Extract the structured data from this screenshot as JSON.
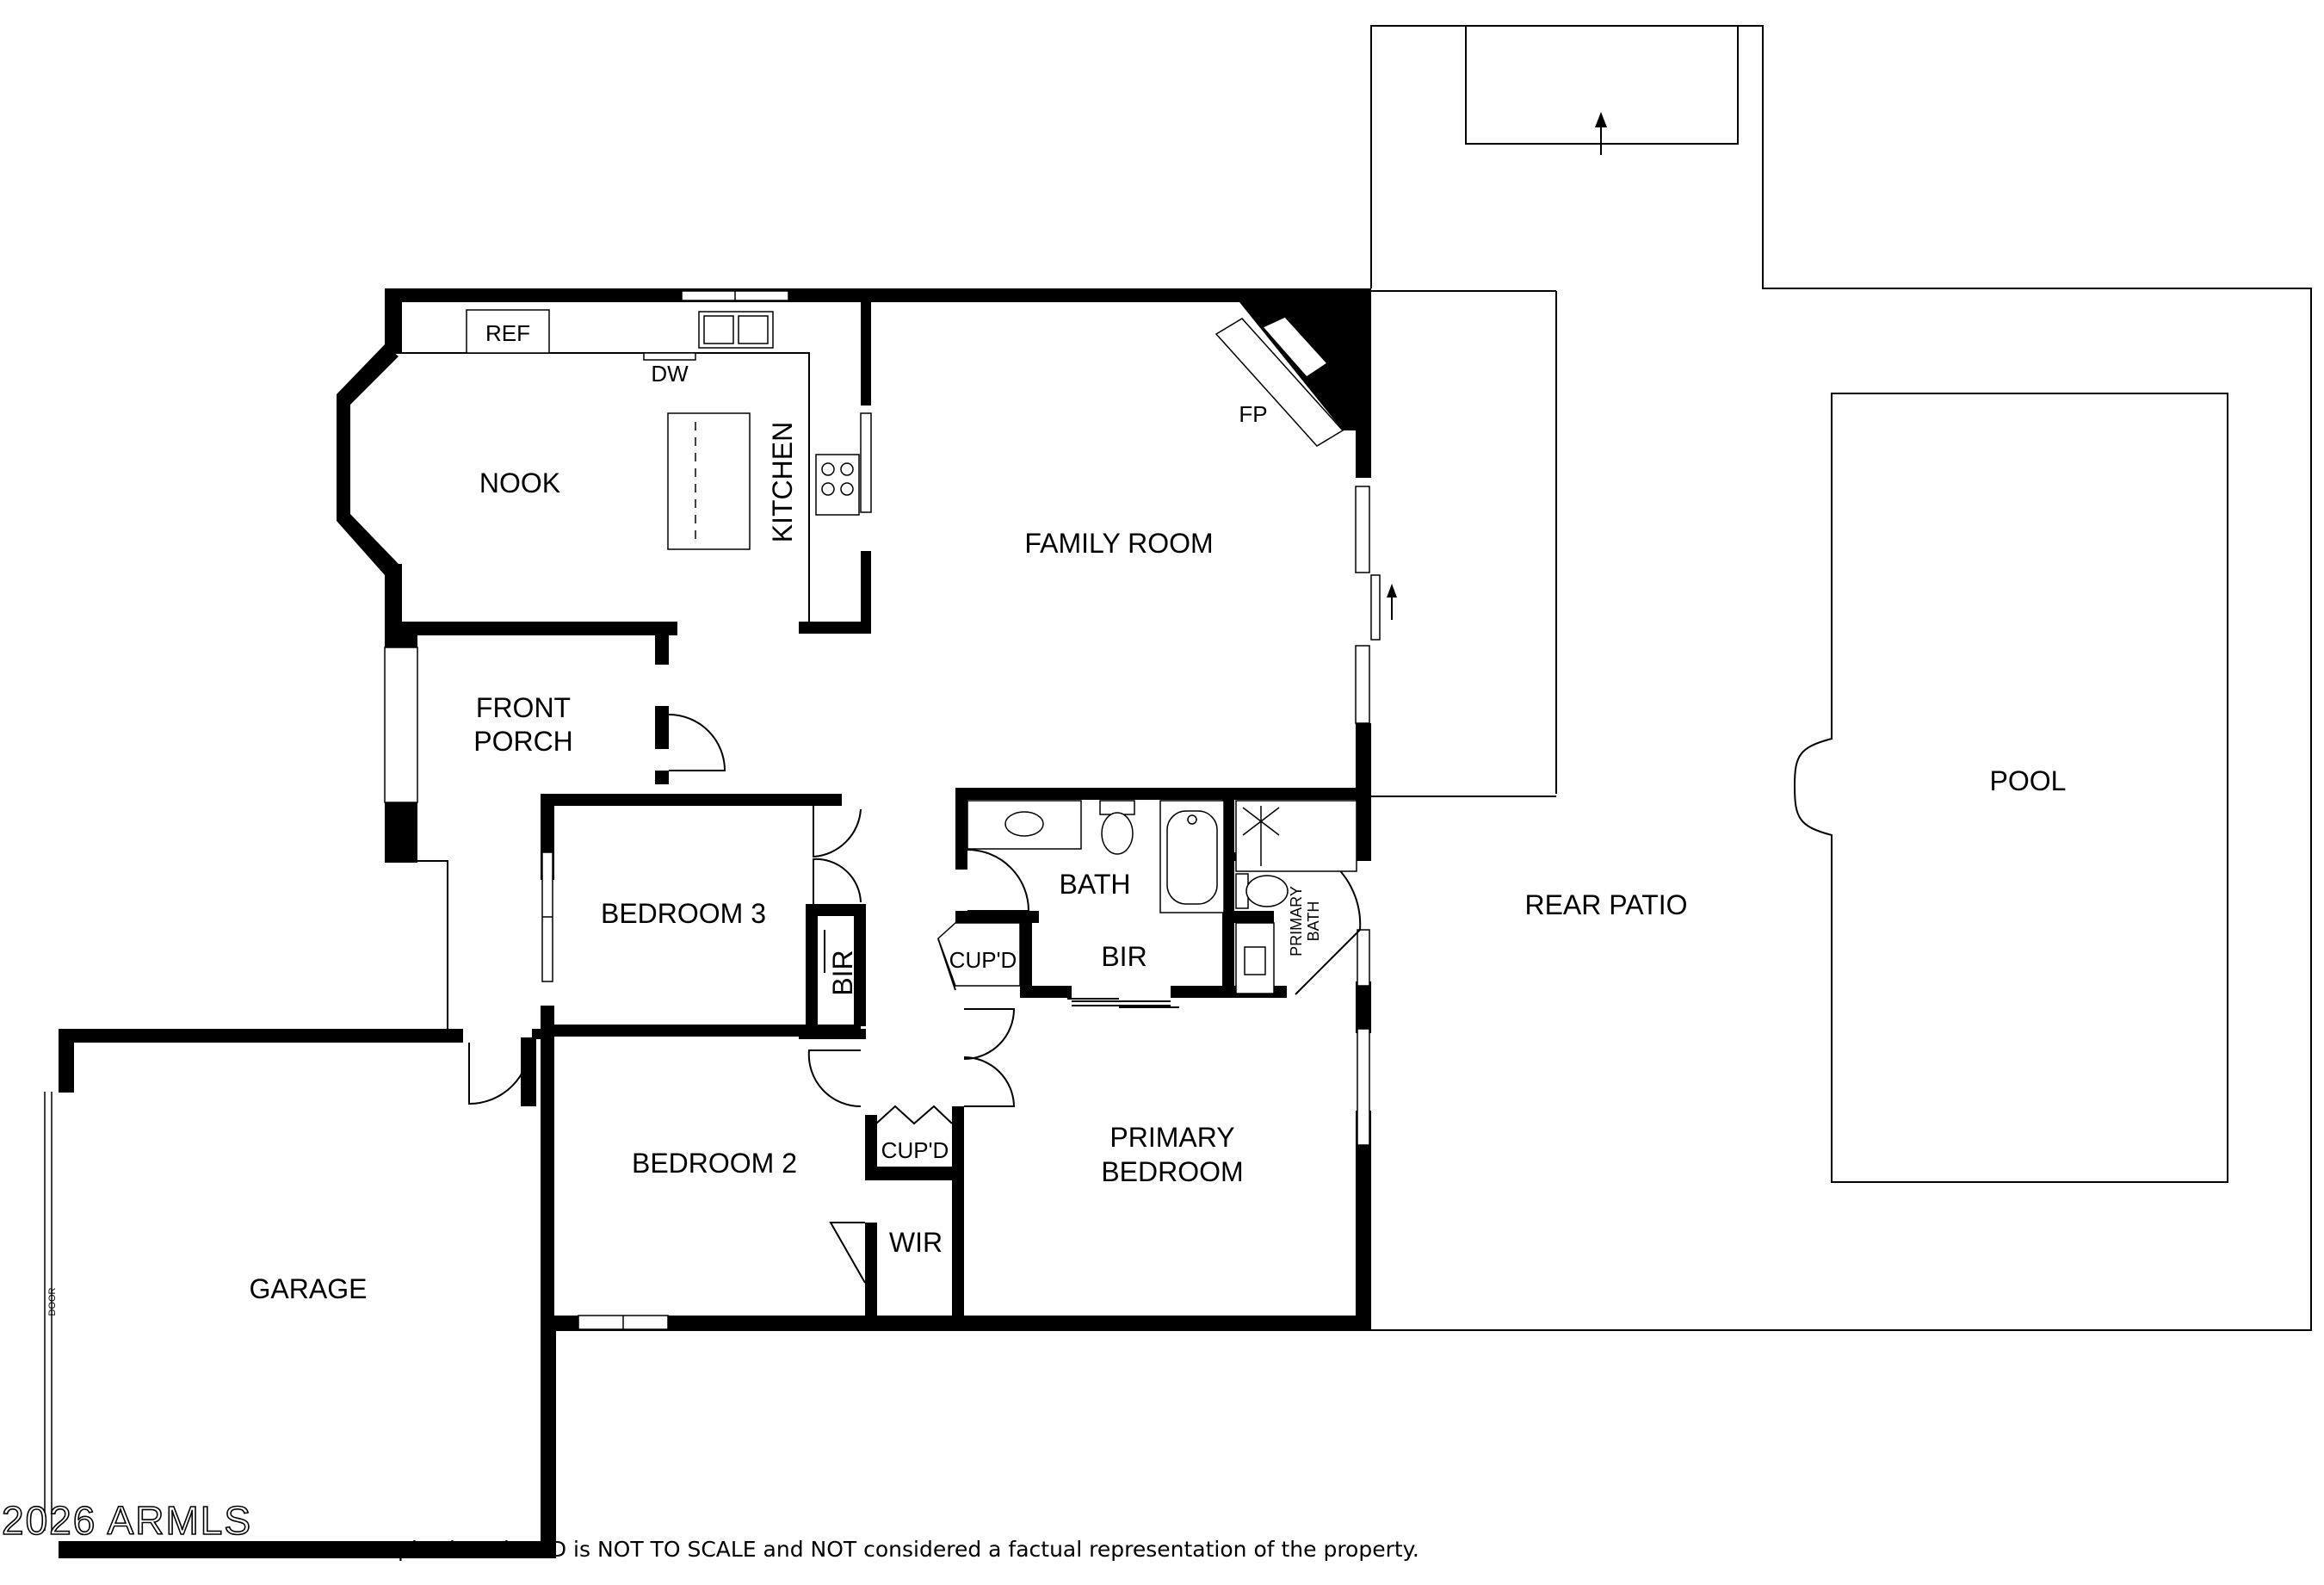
{
  "rooms": {
    "nook": "NOOK",
    "kitchen": "KITCHEN",
    "ref": "REF",
    "dw": "DW",
    "family_room": "FAMILY ROOM",
    "fp": "FP",
    "front_porch_1": "FRONT",
    "front_porch_2": "PORCH",
    "bedroom3": "BEDROOM 3",
    "bir_bedroom3": "BIR",
    "bath": "BATH",
    "cupd_hall": "CUP'D",
    "bir_hall": "BIR",
    "primary_bath_1": "PRIMARY",
    "primary_bath_2": "BATH",
    "rear_patio": "REAR PATIO",
    "pool": "POOL",
    "bedroom2": "BEDROOM 2",
    "cupd_lower": "CUP'D",
    "wir": "WIR",
    "primary_bedroom_1": "PRIMARY",
    "primary_bedroom_2": "BEDROOM",
    "garage": "GARAGE",
    "garage_door": "DOOR"
  },
  "watermark": "2026 ARMLS",
  "disclaimer": "ocupix FloorPlan2D is NOT TO SCALE and NOT considered a factual representation of the property."
}
